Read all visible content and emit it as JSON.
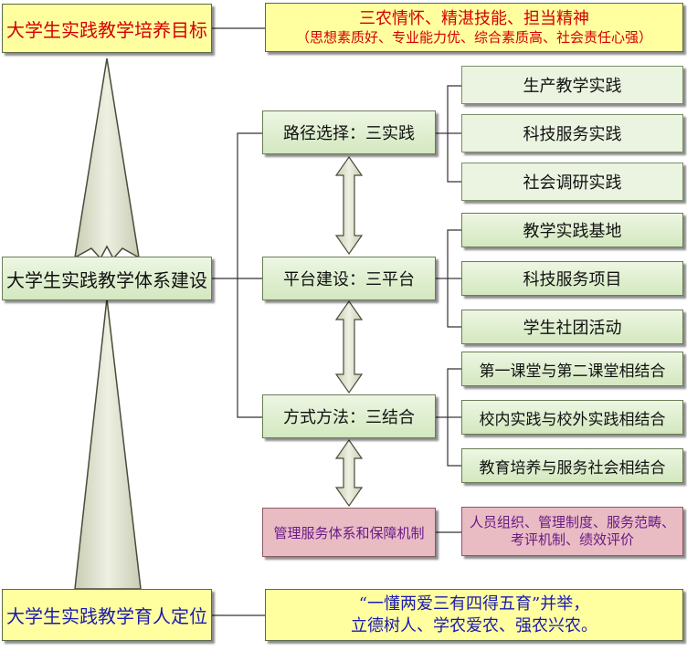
{
  "goal": {
    "title": "大学生实践教学培养目标",
    "desc_line1": "三农情怀、精湛技能、担当精神",
    "desc_line2": "（思想素质好、专业能力优、综合素质高、社会责任心强）"
  },
  "system": {
    "title": "大学生实践教学体系建设"
  },
  "positioning": {
    "title": "大学生实践教学育人定位",
    "desc_line1": "“一懂两爱三有四得五育”并举，",
    "desc_line2": "立德树人、学农爱农、强农兴农。"
  },
  "path": {
    "title": "路径选择：三实践",
    "items": [
      "生产教学实践",
      "科技服务实践",
      "社会调研实践"
    ]
  },
  "platform": {
    "title": "平台建设：三平台",
    "items": [
      "教学实践基地",
      "科技服务项目",
      "学生社团活动"
    ]
  },
  "method": {
    "title": "方式方法：三结合",
    "items": [
      "第一课堂与第二课堂相结合",
      "校内实践与校外实践相结合",
      "教育培养与服务社会相结合"
    ]
  },
  "management": {
    "title": "管理服务体系和保障机制",
    "desc_line1": "人员组织、管理制度、服务范畴、",
    "desc_line2": "考评机制、绩效评价"
  },
  "colors": {
    "yellow_fill": "#ffffa0",
    "green_fill": "#d3e8bf",
    "pink_fill": "#e9bcc4",
    "arrow_fill": "#e0e3cf",
    "red_text": "#d40000",
    "purple_text": "#6a1a86",
    "blue_text": "#1a1ab0"
  }
}
